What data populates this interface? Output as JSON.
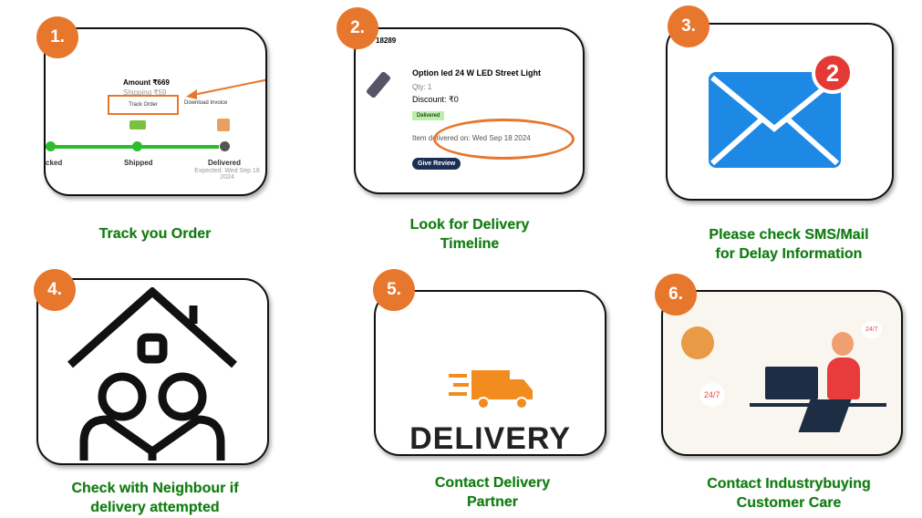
{
  "steps": [
    {
      "num": "1.",
      "caption": "Track you Order",
      "amount": "Amount ₹669",
      "shipping": "Shipping ₹59",
      "track_btn": "Track Order",
      "invoice_btn": "Download Invoice",
      "stages": [
        "cked",
        "Shipped",
        "Delivered"
      ],
      "expected": "Expected: Wed Sep 18 2024"
    },
    {
      "num": "2.",
      "caption_l1": "Look for Delivery",
      "caption_l2": "Timeline",
      "order_id": "18289",
      "product": "Option led 24 W LED Street Light",
      "qty": "Qty: 1",
      "discount": "Discount: ₹0",
      "status": "Delivered",
      "delivered_on": "Item delivered on: Wed Sep 18 2024",
      "review_btn": "Give Review"
    },
    {
      "num": "3.",
      "caption_l1": "Please check SMS/Mail",
      "caption_l2": "for Delay Information",
      "notif_count": "2"
    },
    {
      "num": "4.",
      "caption_l1": "Check with Neighbour if",
      "caption_l2": "delivery attempted"
    },
    {
      "num": "5.",
      "caption_l1": "Contact Delivery",
      "caption_l2": "Partner",
      "logo_text": "DELIVERY"
    },
    {
      "num": "6.",
      "caption_l1": "Contact Industrybuying",
      "caption_l2": "Customer Care",
      "badge_247": "24/7"
    }
  ]
}
